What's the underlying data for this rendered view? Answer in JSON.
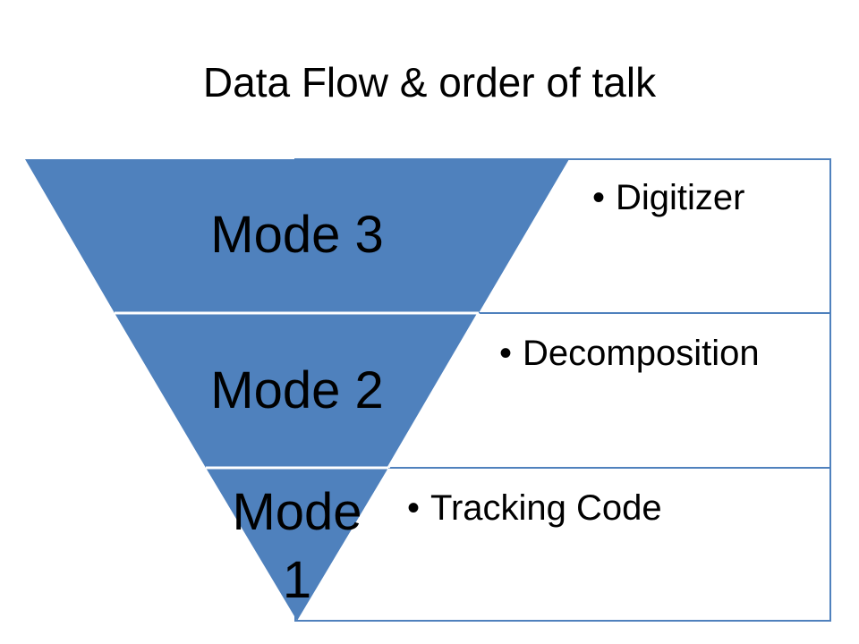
{
  "slide": {
    "title": "Data Flow & order of talk"
  },
  "funnel": {
    "fill_color": "#4f81bd",
    "separator_color": "#ffffff",
    "box_border_color": "#4f81bd",
    "levels": [
      {
        "mode_line1": "Mode 3",
        "mode_line2": "",
        "bullet": "•",
        "description": "Digitizer"
      },
      {
        "mode_line1": "Mode 2",
        "mode_line2": "",
        "bullet": "•",
        "description": "Decomposition"
      },
      {
        "mode_line1": "Mode",
        "mode_line2": "1",
        "bullet": "•",
        "description": "Tracking Code"
      }
    ]
  }
}
